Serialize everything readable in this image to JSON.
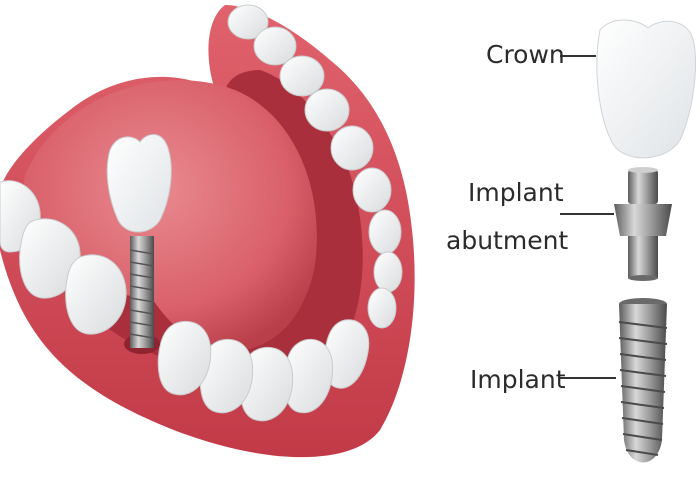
{
  "labels": {
    "crown": "Crown",
    "abutment_line1": "Implant",
    "abutment_line2": "abutment",
    "implant": "Implant"
  },
  "colors": {
    "gum": "#d94b57",
    "gum_dark": "#b8323f",
    "tongue": "#d96a72",
    "tooth": "#f4f4f2",
    "metal": "#9a9a9a",
    "leader_line": "#333333"
  },
  "icons": [
    "jaw-illustration",
    "crown-icon",
    "abutment-icon",
    "implant-screw-icon"
  ]
}
